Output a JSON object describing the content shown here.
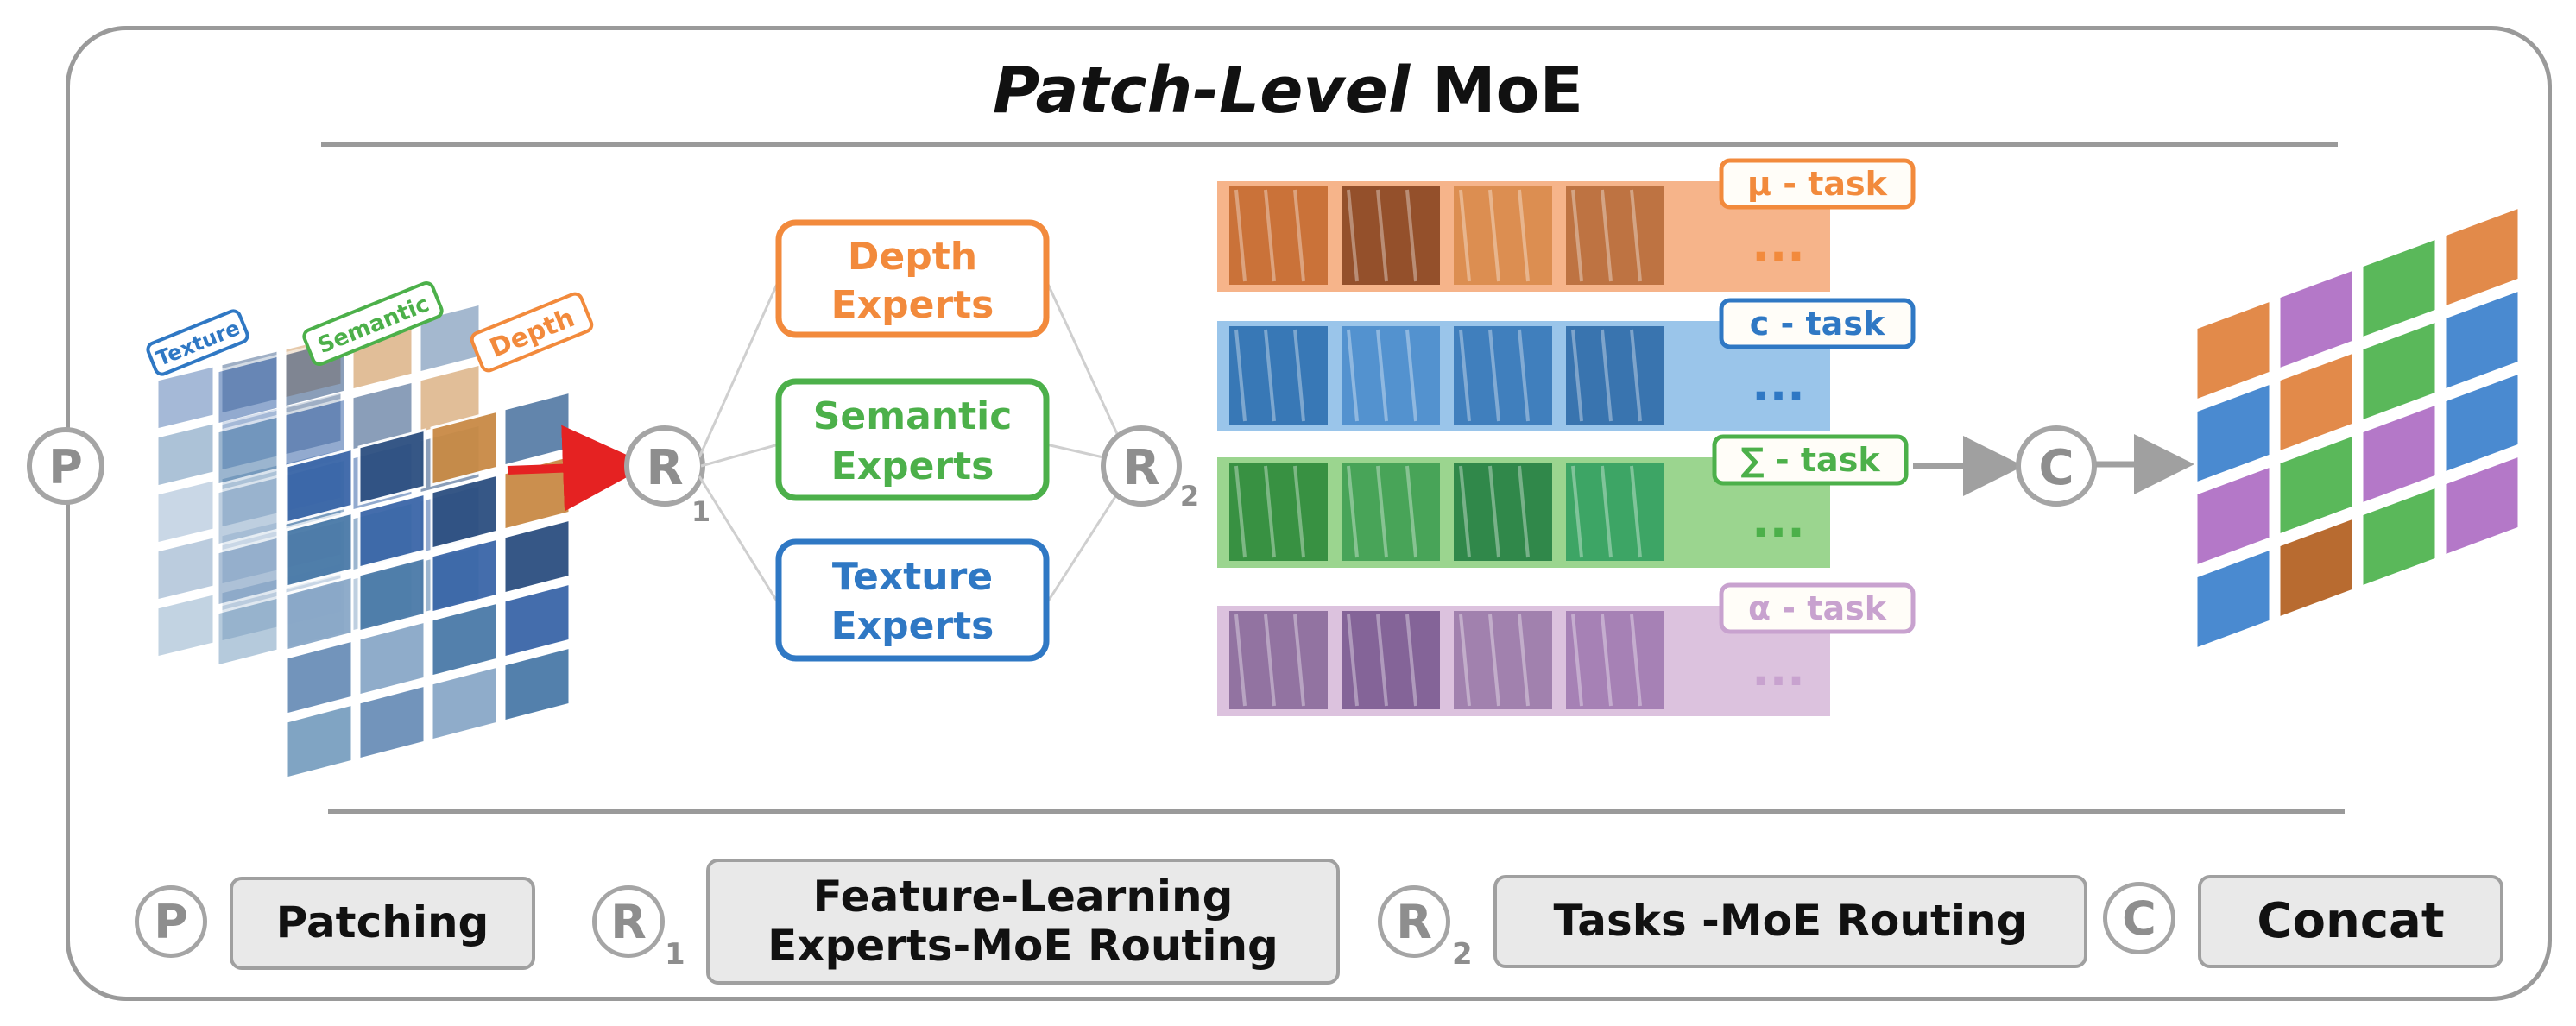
{
  "title": {
    "italic": "Patch-Level",
    "normal": "MoE"
  },
  "symbols": {
    "patching": "P",
    "routing": "R",
    "concat": "C",
    "sub1": "1",
    "sub2": "2"
  },
  "layer_labels": [
    "Texture",
    "Semantic",
    "Depth"
  ],
  "experts": [
    {
      "line1": "Depth",
      "line2": "Experts",
      "color": "#f28a3c"
    },
    {
      "line1": "Semantic",
      "line2": "Experts",
      "color": "#4cb04a"
    },
    {
      "line1": "Texture",
      "line2": "Experts",
      "color": "#2f78c4"
    }
  ],
  "tasks": [
    {
      "label": "μ - task",
      "color": "#f28a3c",
      "band": "#f6b48a"
    },
    {
      "label": "c - task",
      "color": "#2f78c4",
      "band": "#9ac5ea"
    },
    {
      "label": "∑ - task",
      "color": "#4cb04a",
      "band": "#9bd58f"
    },
    {
      "label": "α - task",
      "color": "#c8a2cf",
      "band": "#dcc2de"
    }
  ],
  "ellipsis": "...",
  "legend": {
    "patching": "Patching",
    "feature_line1": "Feature-Learning",
    "feature_line2": "Experts-MoE Routing",
    "tasks_routing": "Tasks -MoE Routing",
    "concat": "Concat"
  },
  "colors": {
    "arrow_red": "#e52222",
    "gray": "#a0a0a0"
  }
}
